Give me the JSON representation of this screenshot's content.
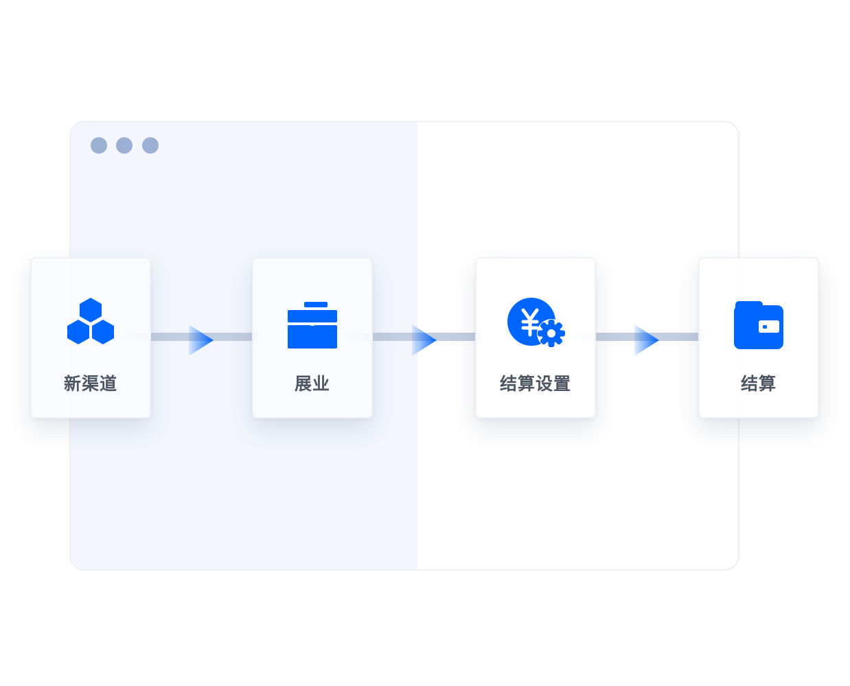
{
  "window": {
    "controls": [
      "window-dot",
      "window-dot",
      "window-dot"
    ]
  },
  "colors": {
    "accent": "#0066ff",
    "dot": "#9bb0d3",
    "connector": "#c3cde0",
    "label": "#4f5663",
    "pane": "#f3f6fd"
  },
  "steps": [
    {
      "label": "新渠道",
      "icon": "hexagon-cluster-icon"
    },
    {
      "label": "展业",
      "icon": "briefcase-icon"
    },
    {
      "label": "结算设置",
      "icon": "yuan-gear-icon"
    },
    {
      "label": "结算",
      "icon": "wallet-icon"
    }
  ]
}
